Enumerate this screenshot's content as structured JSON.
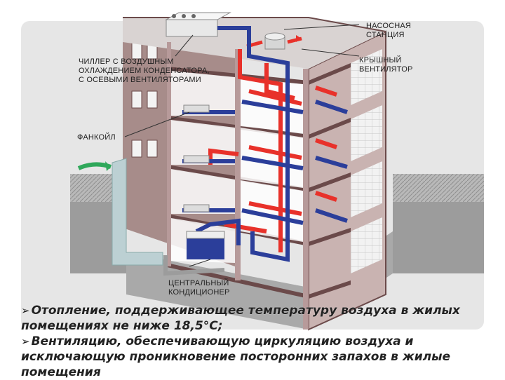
{
  "labels": {
    "pump_station": [
      "НАСОСНАЯ",
      "СТАНЦИЯ"
    ],
    "chiller": [
      "ЧИЛЛЕР С ВОЗДУШНЫМ",
      "ОХЛАЖДЕНИЕМ КОНДЕНСАТОРА,",
      "С ОСЕВЫМИ ВЕНТИЛЯТОРАМИ"
    ],
    "roof_fan": [
      "КРЫШНЫЙ",
      "ВЕНТИЛЯТОР"
    ],
    "fancoil": "ФАНКОЙЛ",
    "central_ac": [
      "ЦЕНТРАЛЬНЫЙ",
      "КОНДИЦИОНЕР"
    ]
  },
  "bullets": [
    "Отопление, поддерживающее температуру воздуха в жилых помещениях не ниже 18,5°С;",
    "Вентиляцию, обеспечивающую циркуляцию воздуха и исключающую проникновение посторонних запахов в жилые помещения"
  ],
  "colors": {
    "hot": "#e8312a",
    "cold": "#2b3e9a",
    "wall": "#b79a9a",
    "floor": "#6b4a4a",
    "air_in": "#2fa85a"
  },
  "icons": {
    "bullet": "arrow-right-icon"
  }
}
